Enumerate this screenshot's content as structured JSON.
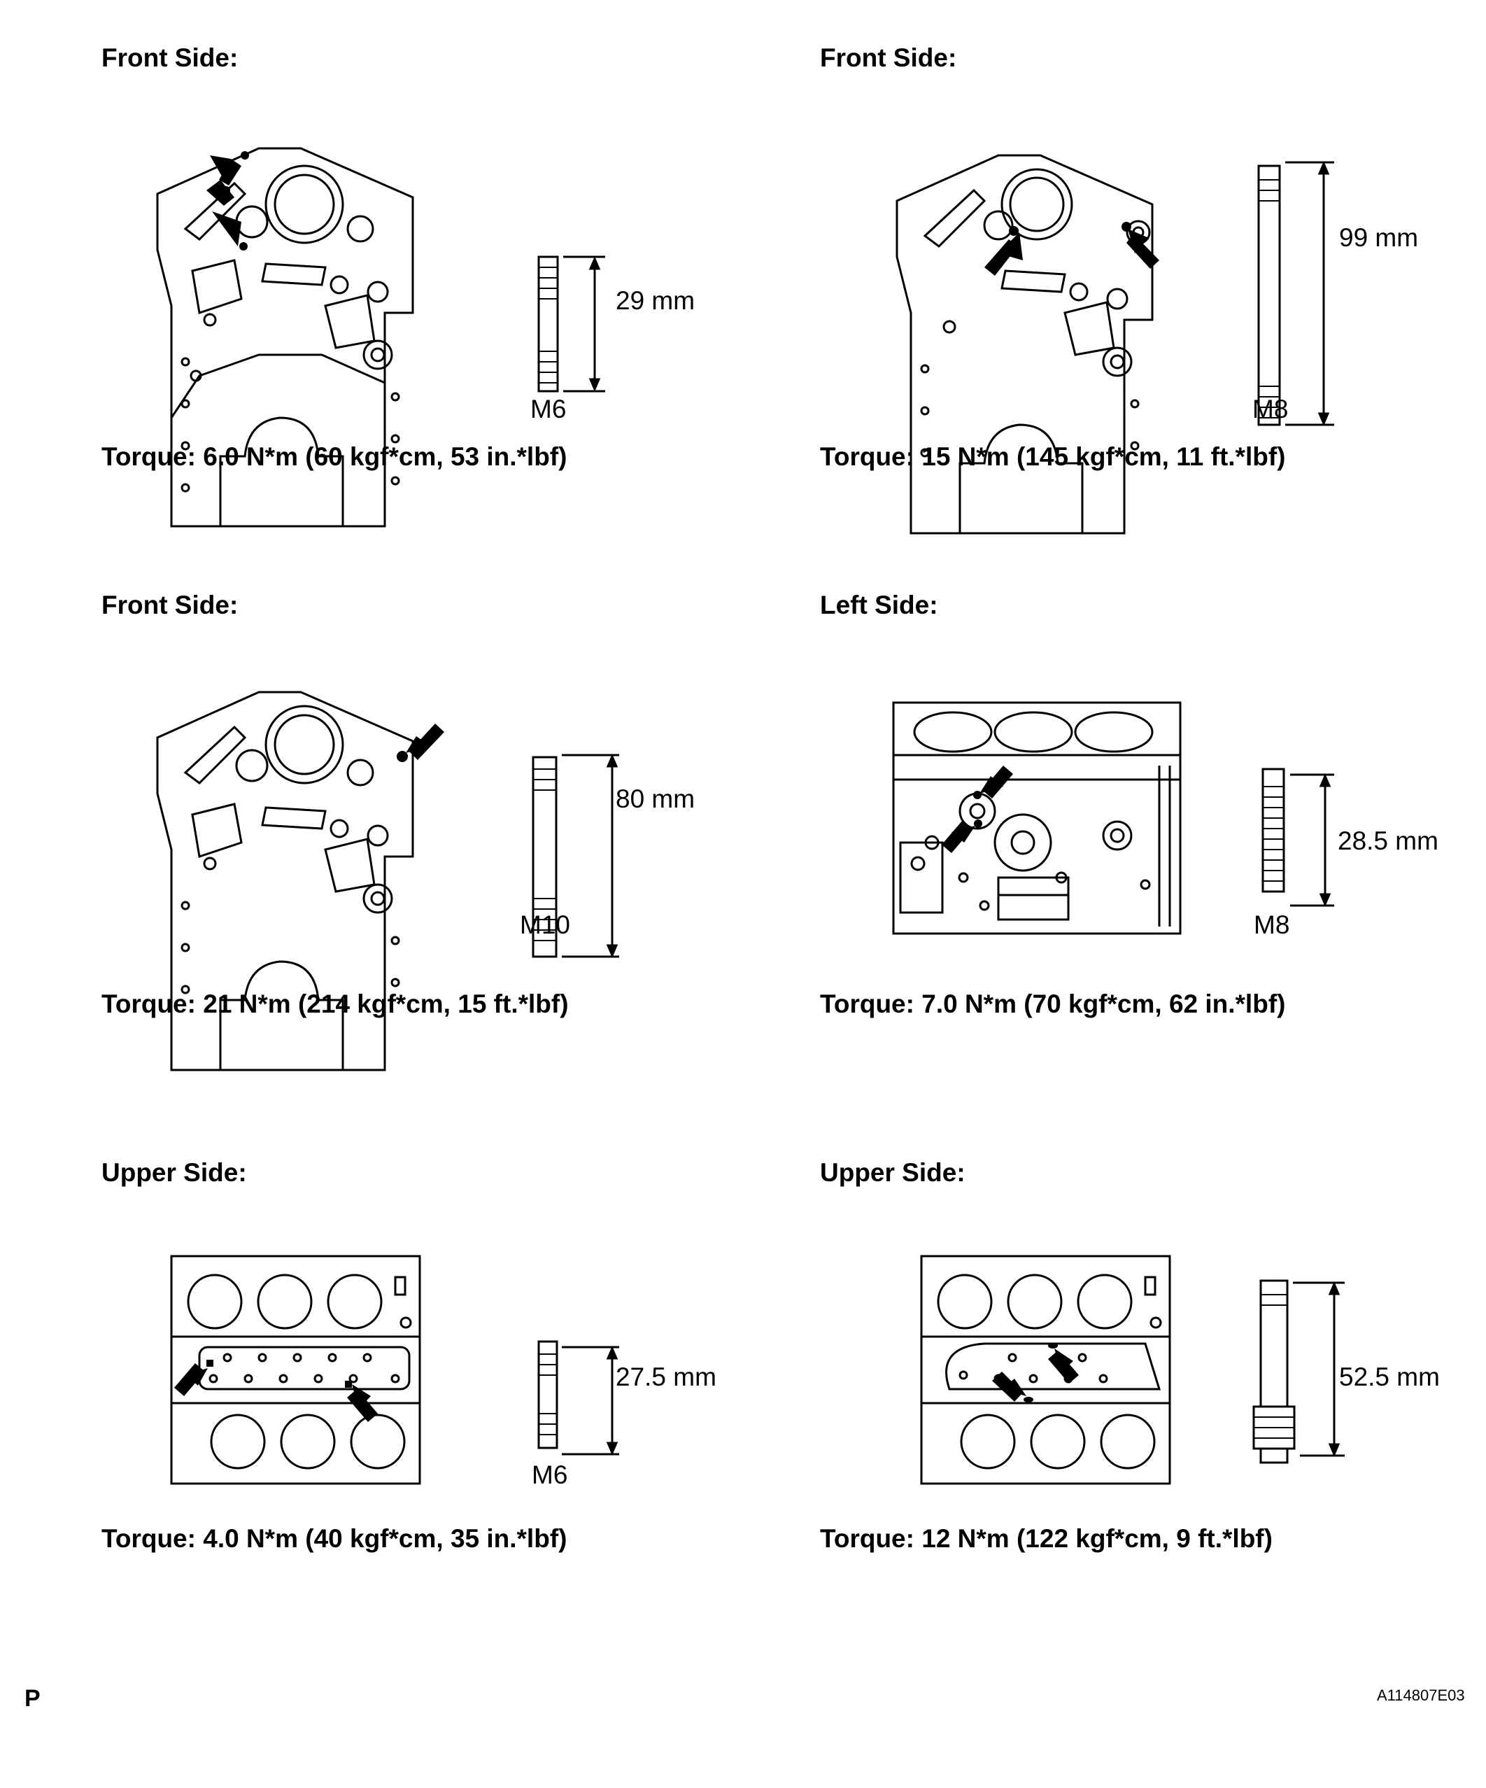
{
  "panels": [
    {
      "heading": "Front Side:",
      "view": "front",
      "length": "29 mm",
      "thread": "M6",
      "torque": "Torque: 6.0 N*m (60 kgf*cm, 53 in.*lbf)"
    },
    {
      "heading": "Front Side:",
      "view": "front",
      "length": "99 mm",
      "thread": "M8",
      "torque": "Torque: 15 N*m (145 kgf*cm, 11 ft.*lbf)"
    },
    {
      "heading": "Front Side:",
      "view": "front",
      "length": "80 mm",
      "thread": "M10",
      "torque": "Torque: 21 N*m (214 kgf*cm, 15 ft.*lbf)"
    },
    {
      "heading": "Left Side:",
      "view": "left",
      "length": "28.5 mm",
      "thread": "M8",
      "torque": "Torque: 7.0 N*m (70 kgf*cm, 62 in.*lbf)"
    },
    {
      "heading": "Upper Side:",
      "view": "upper",
      "length": "27.5 mm",
      "thread": "M6",
      "torque": "Torque: 4.0 N*m (40 kgf*cm, 35 in.*lbf)"
    },
    {
      "heading": "Upper Side:",
      "view": "upper",
      "length": "52.5 mm",
      "thread": "",
      "torque": "Torque: 12 N*m (122 kgf*cm, 9 ft.*lbf)"
    }
  ],
  "footer": {
    "page_letter": "P",
    "figure_code": "A114807E03"
  }
}
